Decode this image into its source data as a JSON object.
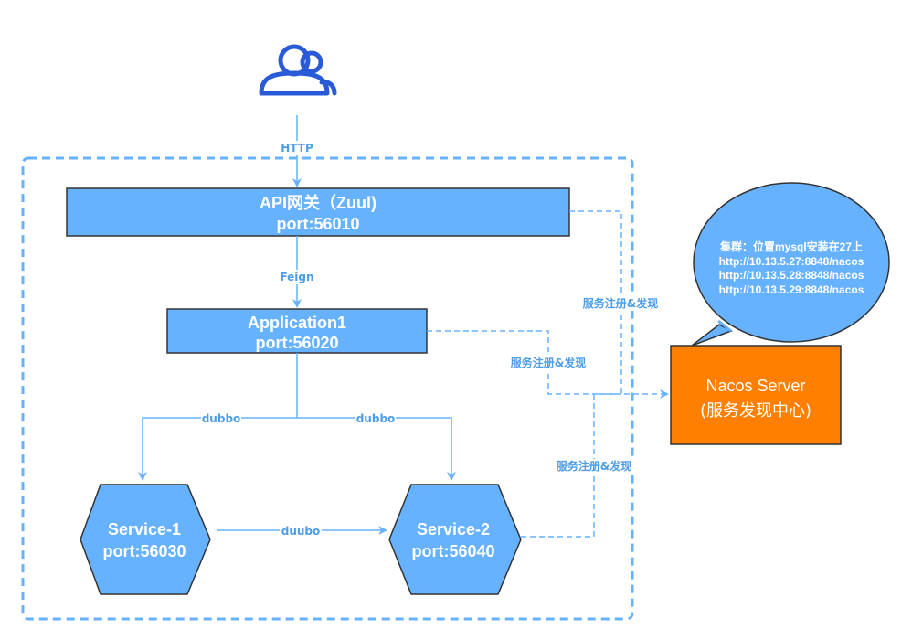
{
  "user": {
    "icon": "users-icon"
  },
  "edges": {
    "http": "HTTP",
    "feign": "Feign",
    "dubbo_left": "dubbo",
    "dubbo_right": "dubbo",
    "duubo": "duubo",
    "register_gateway": "服务注册&发现",
    "register_app": "服务注册&发现",
    "register_service": "服务注册&发现"
  },
  "nodes": {
    "gateway": {
      "line1": "API网关（Zuul)",
      "line2": "port:56010"
    },
    "application": {
      "line1": "Application1",
      "line2": "port:56020"
    },
    "service1": {
      "line1": "Service-1",
      "line2": "port:56030"
    },
    "service2": {
      "line1": "Service-2",
      "line2": "port:56040"
    },
    "nacos": {
      "line1": "Nacos Server",
      "line2": "(服务发现中心)"
    }
  },
  "callout": {
    "lines": [
      "集群：位置mysql安装在27上",
      "http://10.13.5.27:8848/nacos",
      "http://10.13.5.28:8848/nacos",
      "http://10.13.5.29:8848/nacos"
    ]
  },
  "colors": {
    "node_fill": "#66b2ff",
    "node_stroke": "#333333",
    "edge": "#66b2ff",
    "edge_label": "#4d9de8",
    "boundary": "#66b2ff",
    "nacos_fill": "#ff8000",
    "nacos_stroke": "#333333",
    "icon": "#2a5bd7"
  }
}
